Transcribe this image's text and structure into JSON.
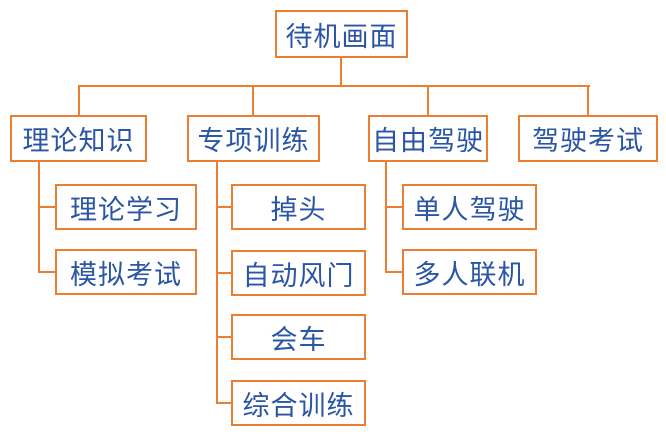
{
  "diagram": {
    "type": "tree-flowchart",
    "colors": {
      "border": "#ED7D31",
      "text": "#2B55A5",
      "background": "#FFFFFF"
    },
    "root": {
      "label": "待机画面"
    },
    "branches": [
      {
        "label": "理论知识",
        "children": [
          {
            "label": "理论学习"
          },
          {
            "label": "模拟考试"
          }
        ]
      },
      {
        "label": "专项训练",
        "children": [
          {
            "label": "掉头"
          },
          {
            "label": "自动风门"
          },
          {
            "label": "会车"
          },
          {
            "label": "综合训练"
          }
        ]
      },
      {
        "label": "自由驾驶",
        "children": [
          {
            "label": "单人驾驶"
          },
          {
            "label": "多人联机"
          }
        ]
      },
      {
        "label": "驾驶考试",
        "children": []
      }
    ]
  }
}
